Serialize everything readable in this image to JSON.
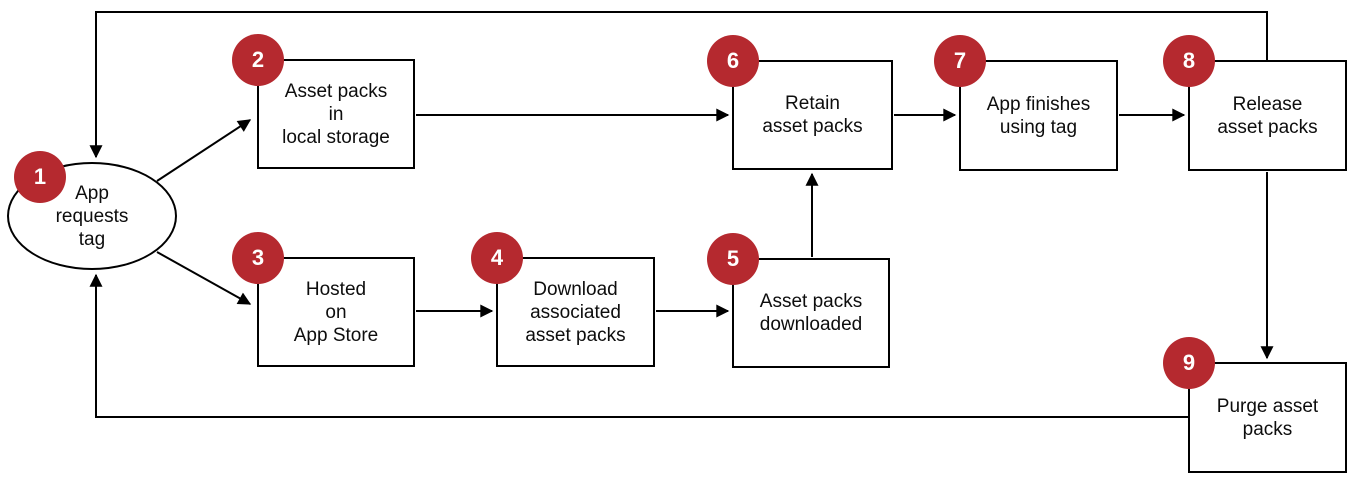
{
  "diagram": {
    "description": "Asset pack tag lifecycle flowchart",
    "background_color": "#ffffff",
    "badge_color": "#b5292f",
    "badge_text_color": "#ffffff",
    "line_color": "#000000",
    "nodes": [
      {
        "number": "1",
        "label": "App\nrequests\ntag",
        "shape": "ellipse"
      },
      {
        "number": "2",
        "label": "Asset packs\nin\nlocal storage",
        "shape": "rect"
      },
      {
        "number": "3",
        "label": "Hosted\non\nApp Store",
        "shape": "rect"
      },
      {
        "number": "4",
        "label": "Download\nassociated\nasset packs",
        "shape": "rect"
      },
      {
        "number": "5",
        "label": "Asset packs\ndownloaded",
        "shape": "rect"
      },
      {
        "number": "6",
        "label": "Retain\nasset packs",
        "shape": "rect"
      },
      {
        "number": "7",
        "label": "App finishes\nusing tag",
        "shape": "rect"
      },
      {
        "number": "8",
        "label": "Release\nasset packs",
        "shape": "rect"
      },
      {
        "number": "9",
        "label": "Purge asset\npacks",
        "shape": "rect"
      }
    ],
    "edges": [
      {
        "from": "1",
        "to": "2"
      },
      {
        "from": "1",
        "to": "3"
      },
      {
        "from": "2",
        "to": "6"
      },
      {
        "from": "3",
        "to": "4"
      },
      {
        "from": "4",
        "to": "5"
      },
      {
        "from": "5",
        "to": "6"
      },
      {
        "from": "6",
        "to": "7"
      },
      {
        "from": "7",
        "to": "8"
      },
      {
        "from": "8",
        "to": "9"
      },
      {
        "from": "8",
        "to": "1"
      },
      {
        "from": "9",
        "to": "1"
      }
    ]
  }
}
